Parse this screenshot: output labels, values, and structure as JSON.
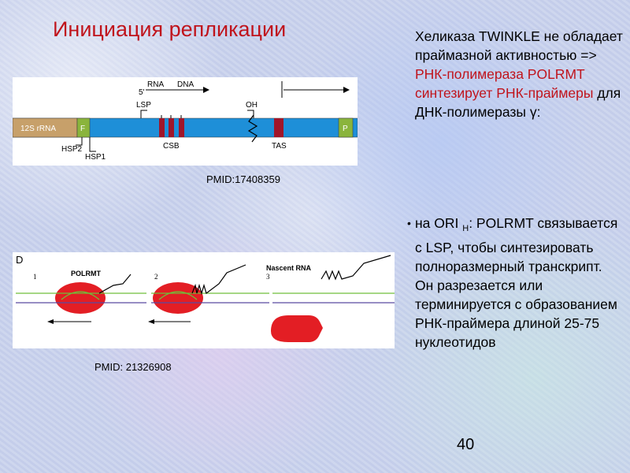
{
  "slide": {
    "title": "Инициация репликации",
    "page_number": "40"
  },
  "figure1": {
    "labels": {
      "five_prime": "5'",
      "rna": "RNA",
      "dna": "DNA",
      "lsp": "LSP",
      "oh": "OH",
      "rrna": "12S rRNA",
      "f": "F",
      "p": "P",
      "csb": "CSB",
      "tas": "TAS",
      "hsp2": "HSP2",
      "hsp1": "HSP1"
    },
    "citation": "PMID:17408359",
    "colors": {
      "bar": "#1e8fd8",
      "rrna": "#c7a06a",
      "box": "#8ab43c",
      "block": "#a0162a"
    }
  },
  "figure2": {
    "labels": {
      "panel": "D",
      "polrmt": "POLRMT",
      "nascent": "Nascent RNA",
      "step1": "1",
      "step2": "2",
      "step3": "3"
    },
    "citation": "PMID: 21326908",
    "colors": {
      "enzyme": "#e31e24",
      "green": "#6fbf3a",
      "purple": "#5a4aa0"
    }
  },
  "paragraph1": {
    "part1": "Хеликаза TWINKLE не обладает праймазной активностью => ",
    "part2": "РНК-полимераза POLRMT синтезирует РНК-праймеры",
    "part3": " для ДНК-полимеразы γ:"
  },
  "paragraph2": {
    "bullet": "•",
    "part1": "на ORI ",
    "sub": "H",
    "part2": ": POLRMT связывается с LSP, чтобы синтезировать полноразмерный транскрипт. Он разрезается или терминируется с образованием РНК-праймера длиной 25-75 нуклеотидов"
  }
}
